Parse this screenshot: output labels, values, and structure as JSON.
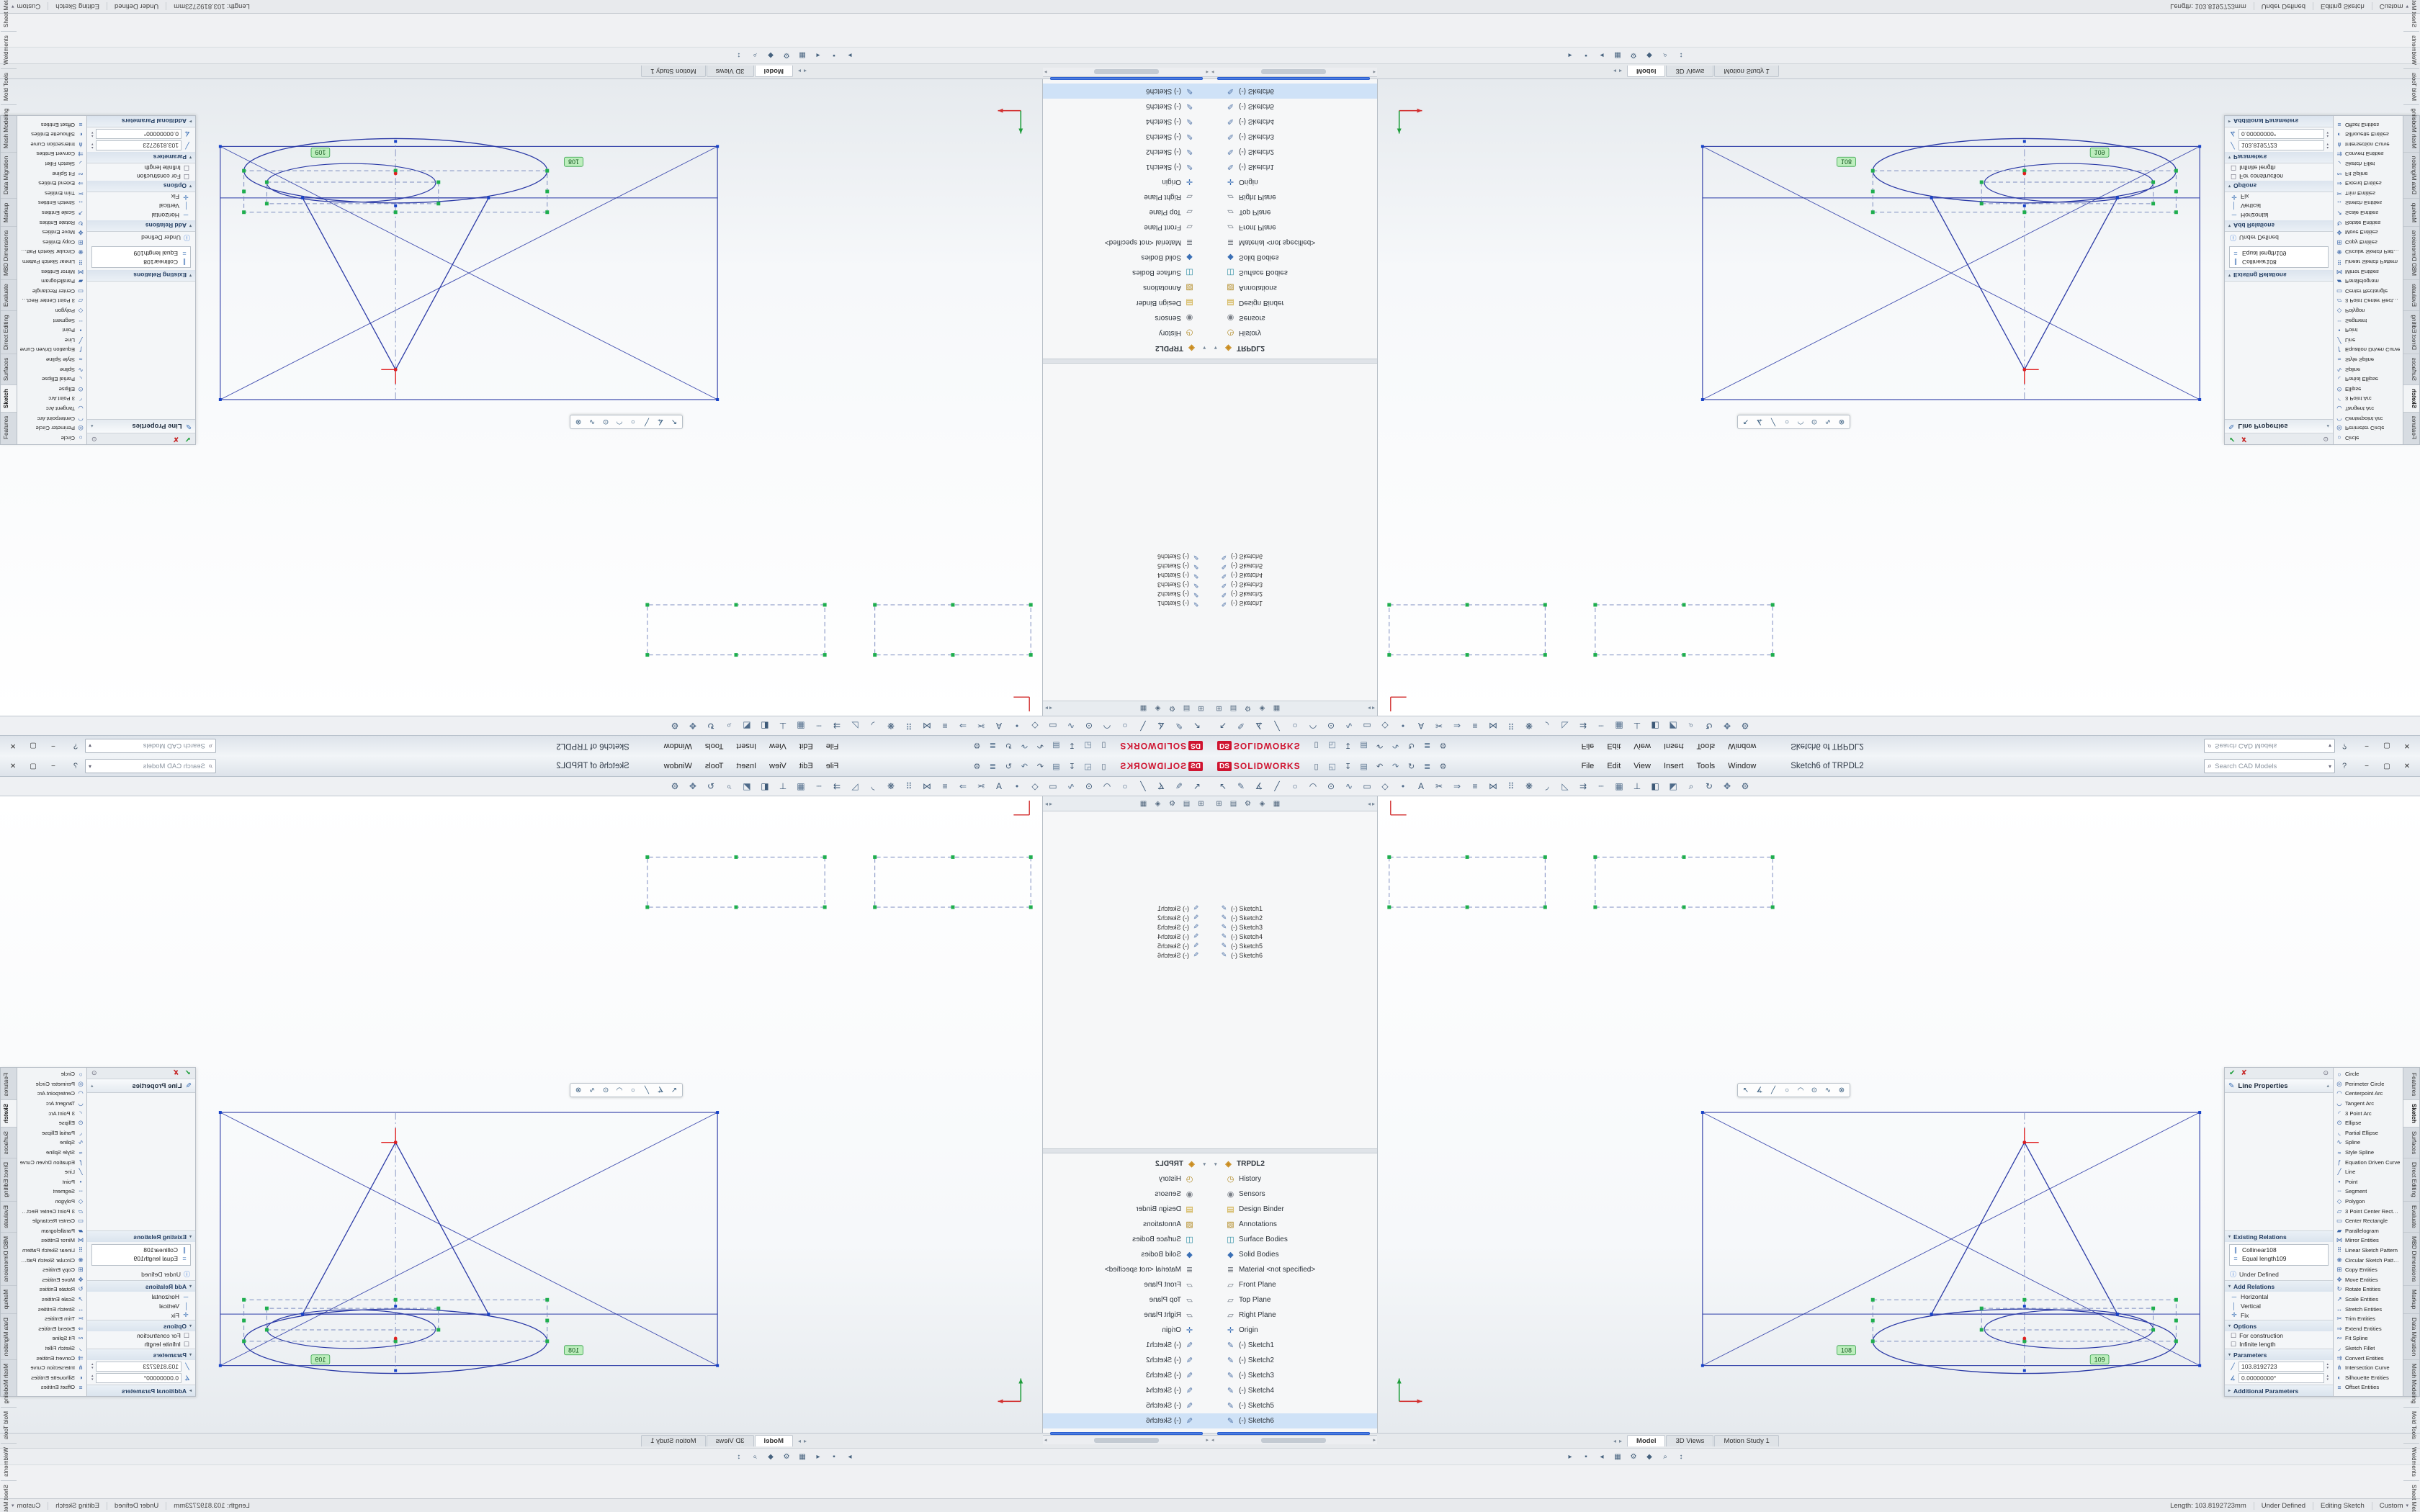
{
  "app": {
    "logo_ds": "DS",
    "logo_name": "SOLIDWORKS",
    "title": "Sketch6 of TRPDL2",
    "menus": [
      "File",
      "Edit",
      "View",
      "Insert",
      "Tools",
      "Window"
    ],
    "search_placeholder": "Search CAD Models",
    "help_label": "?",
    "window_buttons": [
      "−",
      "▢",
      "✕"
    ],
    "accent_red": "#cf1430"
  },
  "quick_access_icons": [
    {
      "name": "new-file-icon",
      "glyph": "▯"
    },
    {
      "name": "open-file-icon",
      "glyph": "◱"
    },
    {
      "name": "save-icon",
      "glyph": "↧"
    },
    {
      "name": "print-icon",
      "glyph": "▤"
    },
    {
      "name": "undo-icon",
      "glyph": "↶"
    },
    {
      "name": "redo-icon",
      "glyph": "↷"
    },
    {
      "name": "rebuild-icon",
      "glyph": "↻"
    },
    {
      "name": "file-properties-icon",
      "glyph": "≣"
    },
    {
      "name": "options-icon",
      "glyph": "⚙"
    }
  ],
  "toolbar_icons": [
    {
      "name": "select-icon",
      "glyph": "↖"
    },
    {
      "name": "sketch-icon",
      "glyph": "✎"
    },
    {
      "name": "smart-dimension-icon",
      "glyph": "∡"
    },
    {
      "name": "line-icon",
      "glyph": "╱"
    },
    {
      "name": "circle-icon",
      "glyph": "○"
    },
    {
      "name": "arc-icon",
      "glyph": "◠"
    },
    {
      "name": "ellipse-icon",
      "glyph": "⊙"
    },
    {
      "name": "spline-icon",
      "glyph": "∿"
    },
    {
      "name": "rectangle-icon",
      "glyph": "▭"
    },
    {
      "name": "polygon-icon",
      "glyph": "◇"
    },
    {
      "name": "point-icon",
      "glyph": "•"
    },
    {
      "name": "text-icon",
      "glyph": "A"
    },
    {
      "name": "trim-icon",
      "glyph": "✂"
    },
    {
      "name": "extend-icon",
      "glyph": "⇒"
    },
    {
      "name": "offset-icon",
      "glyph": "≡"
    },
    {
      "name": "mirror-icon",
      "glyph": "⋈"
    },
    {
      "name": "linear-pattern-icon",
      "glyph": "⠿"
    },
    {
      "name": "circular-pattern-icon",
      "glyph": "❋"
    },
    {
      "name": "fillet-icon",
      "glyph": "◞"
    },
    {
      "name": "chamfer-icon",
      "glyph": "◺"
    },
    {
      "name": "convert-entities-icon",
      "glyph": "⇉"
    },
    {
      "name": "construction-line-icon",
      "glyph": "┄"
    },
    {
      "name": "grid-icon",
      "glyph": "▦"
    },
    {
      "name": "relations-icon",
      "glyph": "⊥"
    },
    {
      "name": "display-style-icon",
      "glyph": "◧"
    },
    {
      "name": "view-orientation-icon",
      "glyph": "◩"
    },
    {
      "name": "zoom-icon",
      "glyph": "⌕"
    },
    {
      "name": "rotate-view-icon",
      "glyph": "↻"
    },
    {
      "name": "pan-icon",
      "glyph": "✥"
    },
    {
      "name": "settings-icon",
      "glyph": "⚙"
    }
  ],
  "float_toolbar_icons": [
    {
      "name": "select-icon",
      "glyph": "↖"
    },
    {
      "name": "dimension-icon",
      "glyph": "∡"
    },
    {
      "name": "line-icon",
      "glyph": "╱"
    },
    {
      "name": "circle-icon",
      "glyph": "○"
    },
    {
      "name": "arc-icon",
      "glyph": "◠"
    },
    {
      "name": "ellipse-icon",
      "glyph": "⊙"
    },
    {
      "name": "spline-icon",
      "glyph": "∿"
    },
    {
      "name": "erase-icon",
      "glyph": "⊗"
    }
  ],
  "panel_tabs_icons": [
    {
      "name": "feature-tree-tab-icon",
      "glyph": "⊞"
    },
    {
      "name": "property-manager-tab-icon",
      "glyph": "▤"
    },
    {
      "name": "configurations-tab-icon",
      "glyph": "⚙"
    },
    {
      "name": "dimxpert-tab-icon",
      "glyph": "◈"
    },
    {
      "name": "display-manager-tab-icon",
      "glyph": "▦"
    }
  ],
  "commandmanager": {
    "tabs": [
      {
        "label": "Features"
      },
      {
        "label": "Sketch",
        "active": true
      },
      {
        "label": "Surfaces"
      },
      {
        "label": "Direct Editing"
      },
      {
        "label": "Evaluate"
      },
      {
        "label": "MBD Dimensions"
      },
      {
        "label": "Markup"
      },
      {
        "label": "Data Migration"
      },
      {
        "label": "Mesh Modeling"
      },
      {
        "label": "Mold Tools"
      },
      {
        "label": "Weldments"
      },
      {
        "label": "Sheet Metal"
      }
    ]
  },
  "sketch_tools": [
    {
      "glyph": "○",
      "label": "Circle"
    },
    {
      "glyph": "◎",
      "label": "Perimeter Circle"
    },
    {
      "glyph": "◠",
      "label": "Centerpoint Arc"
    },
    {
      "glyph": "◡",
      "label": "Tangent Arc"
    },
    {
      "glyph": "◜",
      "label": "3 Point Arc"
    },
    {
      "glyph": "⊙",
      "label": "Ellipse"
    },
    {
      "glyph": "◟",
      "label": "Partial Ellipse"
    },
    {
      "glyph": "∿",
      "label": "Spline"
    },
    {
      "glyph": "≈",
      "label": "Style Spline"
    },
    {
      "glyph": "ƒ",
      "label": "Equation Driven Curve"
    },
    {
      "glyph": "╱",
      "label": "Line"
    },
    {
      "glyph": "•",
      "label": "Point"
    },
    {
      "glyph": "┄",
      "label": "Segment"
    },
    {
      "glyph": "◇",
      "label": "Polygon"
    },
    {
      "glyph": "▱",
      "label": "3 Point Center Rectangle"
    },
    {
      "glyph": "▭",
      "label": "Center Rectangle"
    },
    {
      "glyph": "▰",
      "label": "Parallelogram"
    },
    {
      "glyph": "⋈",
      "label": "Mirror Entities"
    },
    {
      "glyph": "⠿",
      "label": "Linear Sketch Pattern"
    },
    {
      "glyph": "❋",
      "label": "Circular Sketch Pattern"
    },
    {
      "glyph": "⊞",
      "label": "Copy Entities"
    },
    {
      "glyph": "✥",
      "label": "Move Entities"
    },
    {
      "glyph": "↻",
      "label": "Rotate Entities"
    },
    {
      "glyph": "↗",
      "label": "Scale Entities"
    },
    {
      "glyph": "↔",
      "label": "Stretch Entities"
    },
    {
      "glyph": "✂",
      "label": "Trim Entities"
    },
    {
      "glyph": "⇒",
      "label": "Extend Entities"
    },
    {
      "glyph": "∾",
      "label": "Fit Spline"
    },
    {
      "glyph": "◞",
      "label": "Sketch Fillet"
    },
    {
      "glyph": "⇉",
      "label": "Convert Entities"
    },
    {
      "glyph": "⋔",
      "label": "Intersection Curve"
    },
    {
      "glyph": "◐",
      "label": "Silhouette Entities"
    },
    {
      "glyph": "≡",
      "label": "Offset Entities"
    }
  ],
  "feature_tree": {
    "root": "TRPDL2",
    "upper_items": [
      "(-) Sketch1",
      "(-) Sketch2",
      "(-) Sketch3",
      "(-) Sketch4",
      "(-) Sketch5",
      "(-) Sketch6"
    ],
    "items": [
      {
        "label": "History",
        "icon": "◷",
        "color": "#b08820"
      },
      {
        "label": "Sensors",
        "icon": "◉",
        "color": "#7a7f87"
      },
      {
        "label": "Design Binder",
        "icon": "▤",
        "color": "#c9a227"
      },
      {
        "label": "Annotations",
        "icon": "▧",
        "color": "#b08820"
      },
      {
        "label": "Surface Bodies",
        "icon": "◫",
        "color": "#2e8fa3"
      },
      {
        "label": "Solid Bodies",
        "icon": "◆",
        "color": "#3a6fb5"
      },
      {
        "label": "Material <not specified>",
        "icon": "≣",
        "color": "#7a7f87"
      },
      {
        "label": "Front Plane",
        "icon": "▱",
        "color": "#6b7480"
      },
      {
        "label": "Top Plane",
        "icon": "▱",
        "color": "#6b7480"
      },
      {
        "label": "Right Plane",
        "icon": "▱",
        "color": "#6b7480"
      },
      {
        "label": "Origin",
        "icon": "✛",
        "color": "#3a6fb5"
      },
      {
        "label": "(-) Sketch1",
        "icon": "✎",
        "color": "#4a6fa5"
      },
      {
        "label": "(-) Sketch2",
        "icon": "✎",
        "color": "#4a6fa5"
      },
      {
        "label": "(-) Sketch3",
        "icon": "✎",
        "color": "#4a6fa5"
      },
      {
        "label": "(-) Sketch4",
        "icon": "✎",
        "color": "#4a6fa5"
      },
      {
        "label": "(-) Sketch5",
        "icon": "✎",
        "color": "#4a6fa5"
      },
      {
        "label": "(-) Sketch6",
        "icon": "✎",
        "color": "#4a6fa5",
        "active": true
      }
    ]
  },
  "property_manager": {
    "title": "Line Properties",
    "status": "Under Defined",
    "sections": {
      "existing": {
        "label": "Existing Relations"
      },
      "add": {
        "label": "Add Relations"
      },
      "options": {
        "label": "Options"
      },
      "parameters": {
        "label": "Parameters"
      },
      "additional": {
        "label": "Additional Parameters"
      }
    },
    "existing_relations": [
      {
        "icon": "∥",
        "label": "Collinear108"
      },
      {
        "icon": "=",
        "label": "Equal length109"
      }
    ],
    "add_relations": [
      {
        "icon": "─",
        "label": "Horizontal"
      },
      {
        "icon": "│",
        "label": "Vertical"
      },
      {
        "icon": "✛",
        "label": "Fix"
      }
    ],
    "options": [
      {
        "label": "For construction"
      },
      {
        "label": "Infinite length"
      }
    ],
    "parameters": [
      {
        "icon": "╱",
        "value": "103.8192723"
      },
      {
        "icon": "∡",
        "value": "0.00000000°"
      }
    ]
  },
  "graphics": {
    "relation_tags": [
      "108",
      "109"
    ]
  },
  "bottom_bar": {
    "tabs": [
      {
        "label": "Model",
        "active": true
      },
      {
        "label": "3D Views"
      },
      {
        "label": "Motion Study 1"
      }
    ]
  },
  "bottom_toolbar_icons": [
    {
      "name": "play-icon",
      "glyph": "▸"
    },
    {
      "name": "stop-icon",
      "glyph": "▪"
    },
    {
      "name": "rewind-icon",
      "glyph": "◂"
    },
    {
      "name": "calculate-icon",
      "glyph": "▦"
    },
    {
      "name": "motion-settings-icon",
      "glyph": "⚙"
    },
    {
      "name": "key-point-icon",
      "glyph": "◆"
    },
    {
      "name": "zoom-timeline-icon",
      "glyph": "⌕"
    },
    {
      "name": "expand-icon",
      "glyph": "↕"
    }
  ],
  "status_bar": {
    "length": "Length: 103.8192723mm",
    "state": "Under Defined",
    "mode": "Editing Sketch",
    "units": "Custom"
  }
}
